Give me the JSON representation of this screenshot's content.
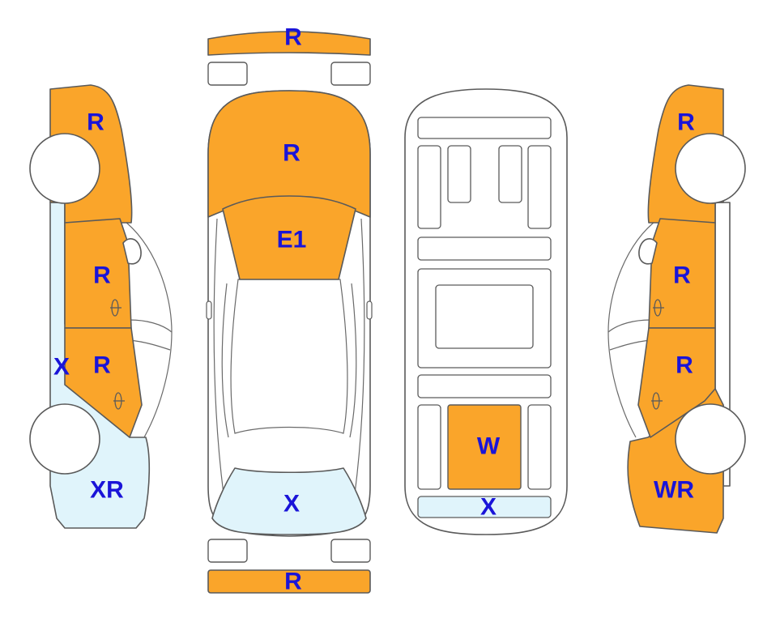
{
  "colors": {
    "damage_fill": "#FAA52A",
    "exchange_fill": "#E0F4FB",
    "panel_fill": "#FFFFFF",
    "outline": "#5A5A5A",
    "label_text": "#1A14D8"
  },
  "labels": {
    "front_bumper": "R",
    "hood": "R",
    "windshield": "E1",
    "rear_window": "X",
    "rear_bumper": "R",
    "floor_spare_area": "W",
    "floor_rear_panel": "X",
    "left_front_fender": "R",
    "left_front_door": "R",
    "left_rear_door": "R",
    "left_rocker": "X",
    "left_quarter": "XR",
    "right_front_fender": "R",
    "right_front_door": "R",
    "right_rear_door": "R",
    "right_quarter": "WR"
  }
}
